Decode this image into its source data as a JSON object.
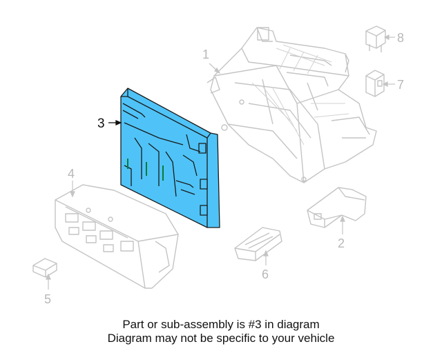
{
  "callouts": {
    "c1": "1",
    "c2": "2",
    "c3": "3",
    "c4": "4",
    "c5": "5",
    "c6": "6",
    "c7": "7",
    "c8": "8"
  },
  "highlighted_part": "3",
  "banner": {
    "line1": "Part or sub-assembly is #3 in diagram",
    "line2": "Diagram may not be specific to your vehicle"
  },
  "colors": {
    "highlight_fill": "#4fc3f7",
    "highlight_stroke": "#1a1a1a",
    "faded_lines": "#c4c4c4",
    "banner_bg": "#4fc3f7",
    "active_label": "#111111",
    "faded_label": "#b8b8b8"
  }
}
